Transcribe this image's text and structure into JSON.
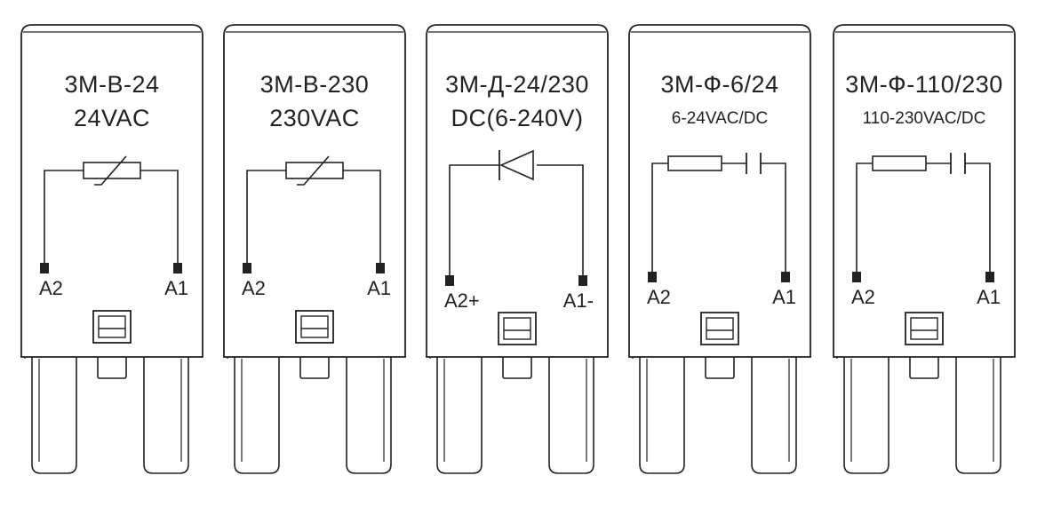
{
  "modules": [
    {
      "type": "varistor",
      "line1": "3М-В-24",
      "line2": "24VAC",
      "smallLine2": false,
      "left": "A2",
      "right": "A1"
    },
    {
      "type": "varistor",
      "line1": "3М-В-230",
      "line2": "230VAC",
      "smallLine2": false,
      "left": "A2",
      "right": "A1"
    },
    {
      "type": "diode",
      "line1": "3М-Д-24/230",
      "line2": "DC(6-240V)",
      "smallLine2": false,
      "left": "A2+",
      "right": "A1-"
    },
    {
      "type": "rc",
      "line1": "3М-Ф-6/24",
      "line2": "6-24VAC/DC",
      "smallLine2": true,
      "left": "A2",
      "right": "A1"
    },
    {
      "type": "rc",
      "line1": "3М-Ф-110/230",
      "line2": "110-230VAC/DC",
      "smallLine2": true,
      "left": "A2",
      "right": "A1"
    }
  ],
  "colors": {
    "stroke": "#222222",
    "fill": "#ffffff"
  }
}
